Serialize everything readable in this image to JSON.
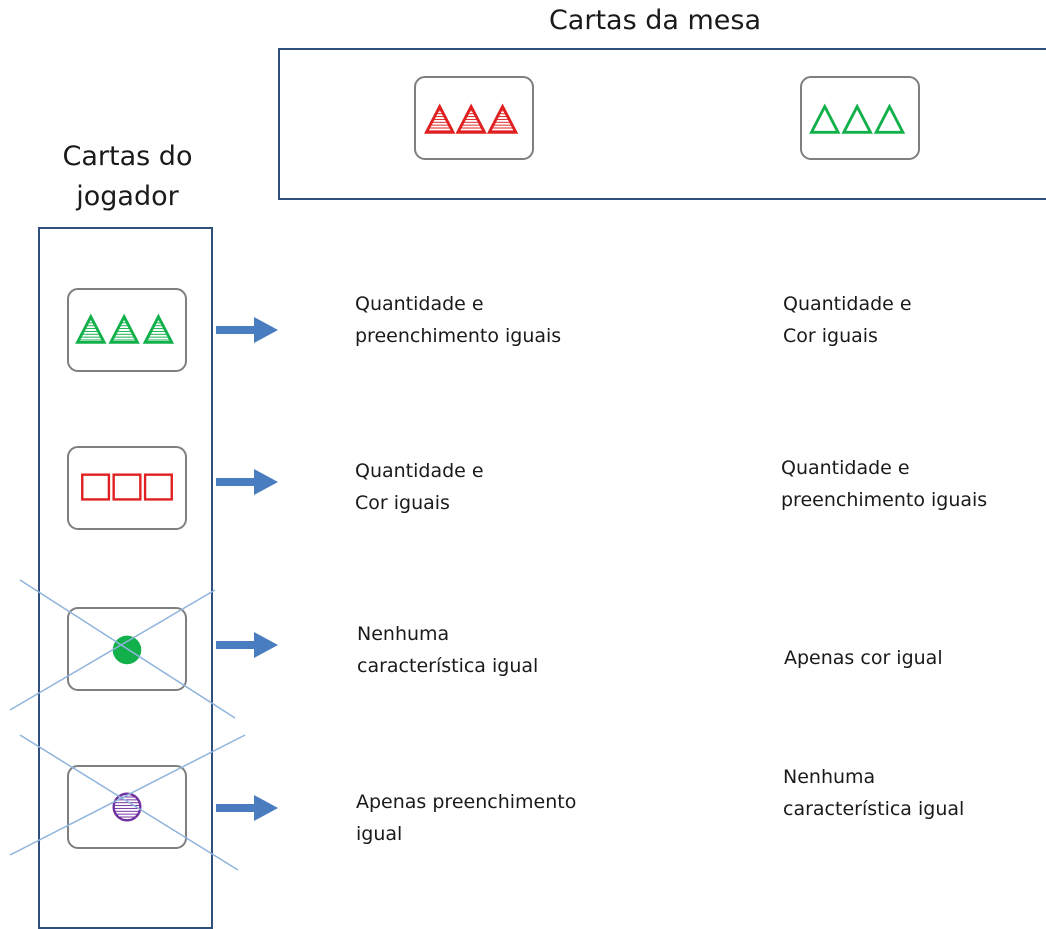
{
  "table": {
    "title": "Cartas da mesa",
    "cards": [
      {
        "name": "red-striped-triangles",
        "shape": "triangle",
        "count": 3,
        "color": "#e02020",
        "fill": "striped"
      },
      {
        "name": "green-open-triangles",
        "shape": "triangle",
        "count": 3,
        "color": "#12b04a",
        "fill": "open"
      }
    ]
  },
  "player": {
    "title_line1": "Cartas do",
    "title_line2": "jogador",
    "cards": [
      {
        "name": "green-striped-triangles",
        "shape": "triangle",
        "count": 3,
        "color": "#12b04a",
        "fill": "striped",
        "crossed": false
      },
      {
        "name": "red-open-rectangles",
        "shape": "rectangle",
        "count": 3,
        "color": "#e02020",
        "fill": "open",
        "crossed": false
      },
      {
        "name": "green-solid-circle",
        "shape": "circle",
        "count": 1,
        "color": "#12b04a",
        "fill": "solid",
        "crossed": true
      },
      {
        "name": "purple-striped-circle",
        "shape": "circle",
        "count": 1,
        "color": "#7030a0",
        "fill": "striped",
        "crossed": true
      }
    ]
  },
  "comparisons": [
    {
      "vs_red": "Quantidade e\npreenchimento iguais",
      "vs_green": "Quantidade e\nCor iguais"
    },
    {
      "vs_red": "Quantidade e\nCor iguais",
      "vs_green": "Quantidade e\npreenchimento iguais"
    },
    {
      "vs_red": "Nenhuma\ncaracterística igual",
      "vs_green": "Apenas cor igual"
    },
    {
      "vs_red": "Apenas preenchimento\nigual",
      "vs_green": "Nenhuma\ncaracterística igual"
    }
  ],
  "colors": {
    "border": "#2f4f7f",
    "arrow": "#4a7cc0",
    "cross": "#8fb4dc",
    "card_border": "#7f7f7f"
  }
}
